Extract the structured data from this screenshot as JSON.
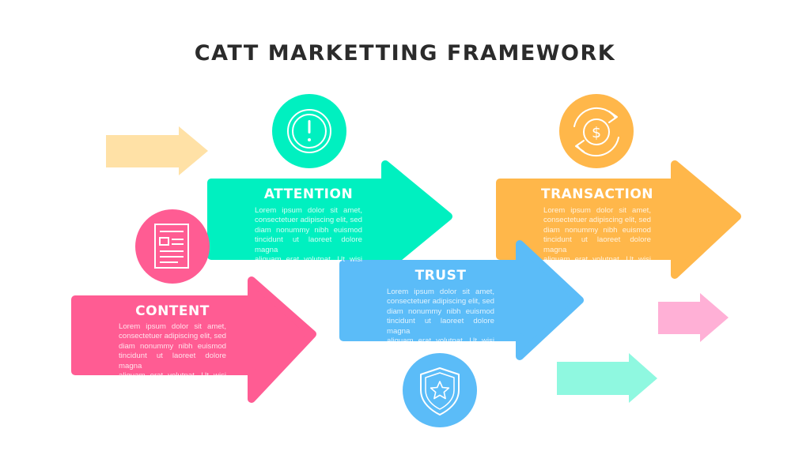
{
  "title": "CATT MARKETTING FRAMEWORK",
  "colors": {
    "attention": "#00f0c0",
    "transaction": "#ffb74a",
    "trust": "#5bbcf8",
    "content": "#ff5c93",
    "light_orange": "#ffe1a6",
    "light_pink": "#ffb0d6",
    "light_teal": "#8ff8e0"
  },
  "stages": {
    "attention": {
      "title": "ATTENTION",
      "body": [
        "Lorem ipsum dolor sit amet,",
        "consectetuer adipiscing elit, sed",
        "diam nonummy nibh euismod",
        "tincidunt ut laoreet dolore magna",
        "aliquam erat volutpat. Ut wisi"
      ],
      "icon": "alert-icon"
    },
    "transaction": {
      "title": "TRANSACTION",
      "body": [
        "Lorem ipsum dolor sit amet,",
        "consectetuer adipiscing elit, sed",
        "diam nonummy nibh euismod",
        "tincidunt ut laoreet dolore magna",
        "aliquam erat volutpat. Ut wisi"
      ],
      "icon": "dollar-exchange-icon"
    },
    "trust": {
      "title": "TRUST",
      "body": [
        "Lorem ipsum dolor sit amet,",
        "consectetuer adipiscing elit, sed",
        "diam nonummy nibh euismod",
        "tincidunt ut laoreet dolore magna",
        "aliquam erat volutpat. Ut wisi"
      ],
      "icon": "shield-star-icon"
    },
    "content": {
      "title": "CONTENT",
      "body": [
        "Lorem ipsum dolor sit amet,",
        "consectetuer adipiscing elit, sed",
        "diam nonummy nibh euismod",
        "tincidunt ut laoreet dolore magna",
        "aliquam erat volutpat. Ut wisi"
      ],
      "icon": "document-icon"
    }
  }
}
